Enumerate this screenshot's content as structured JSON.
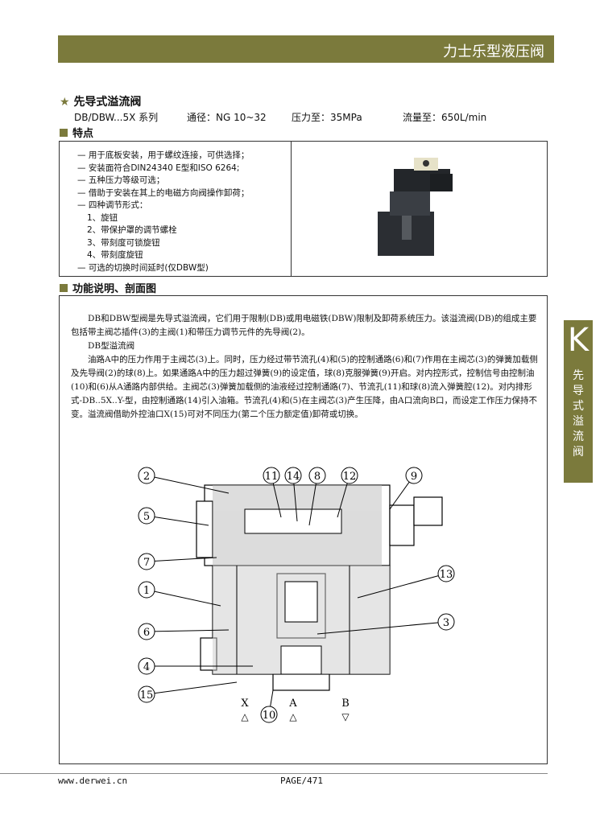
{
  "header": {
    "title": "力士乐型液压阀"
  },
  "product": {
    "title": "先导式溢流阀",
    "series": "DB/DBW...5X 系列",
    "size": "通径：NG 10~32",
    "pressure": "压力至：35MPa",
    "flow": "流量至：650L/min"
  },
  "features": {
    "heading": "特点",
    "items": [
      "— 用于底板安装，用于螺纹连接，可供选择；",
      "— 安装面符合DIN24340 E型和ISO 6264;",
      "— 五种压力等级可选；",
      "— 借助于安装在其上的电磁方向阀操作卸荷；",
      "— 四种调节形式：",
      "1、旋钮",
      "2、带保护罩的调节螺栓",
      "3、带刻度可锁旋钮",
      "4、带刻度旋钮",
      "— 可选的切换时间延时(仅DBW型)"
    ]
  },
  "function": {
    "heading": "功能说明、剖面图",
    "paragraphs": [
      "DB和DBW型阀是先导式溢流阀，它们用于限制(DB)或用电磁铁(DBW)限制及卸荷系统压力。该溢流阀(DB)的组成主要包括带主阀芯插件(3)的主阀(1)和带压力调节元件的先导阀(2)。",
      "DB型溢流阀",
      "油路A中的压力作用于主阀芯(3)上。同时，压力经过带节流孔(4)和(5)的控制通路(6)和(7)作用在主阀芯(3)的弹簧加载侧及先导阀(2)的球(8)上。如果通路A中的压力超过弹簧(9)的设定值，球(8)克服弹簧(9)开启。对内控形式，控制信号由控制油(10)和(6)从A通路内部供给。主阀芯(3)弹簧加载侧的油液经过控制通路(7)、节流孔(11)和球(8)流入弹簧腔(12)。对内排形式-DB..5X..Y-型，由控制通路(14)引入油箱。节流孔(4)和(5)在主阀芯(3)产生压降，由A口流向B口，而设定工作压力保持不变。溢流阀借助外控油口X(15)可对不同压力(第二个压力额定值)卸荷或切换。"
    ]
  },
  "diagram": {
    "callouts": [
      "2",
      "5",
      "7",
      "1",
      "6",
      "4",
      "15",
      "11",
      "14",
      "8",
      "12",
      "9",
      "13",
      "3",
      "10"
    ],
    "ports": [
      "X",
      "A",
      "B"
    ]
  },
  "side_tab": {
    "letter": "K",
    "label": "先导式溢流阀"
  },
  "footer": {
    "url": "www.derwei.cn",
    "page": "PAGE/471"
  }
}
